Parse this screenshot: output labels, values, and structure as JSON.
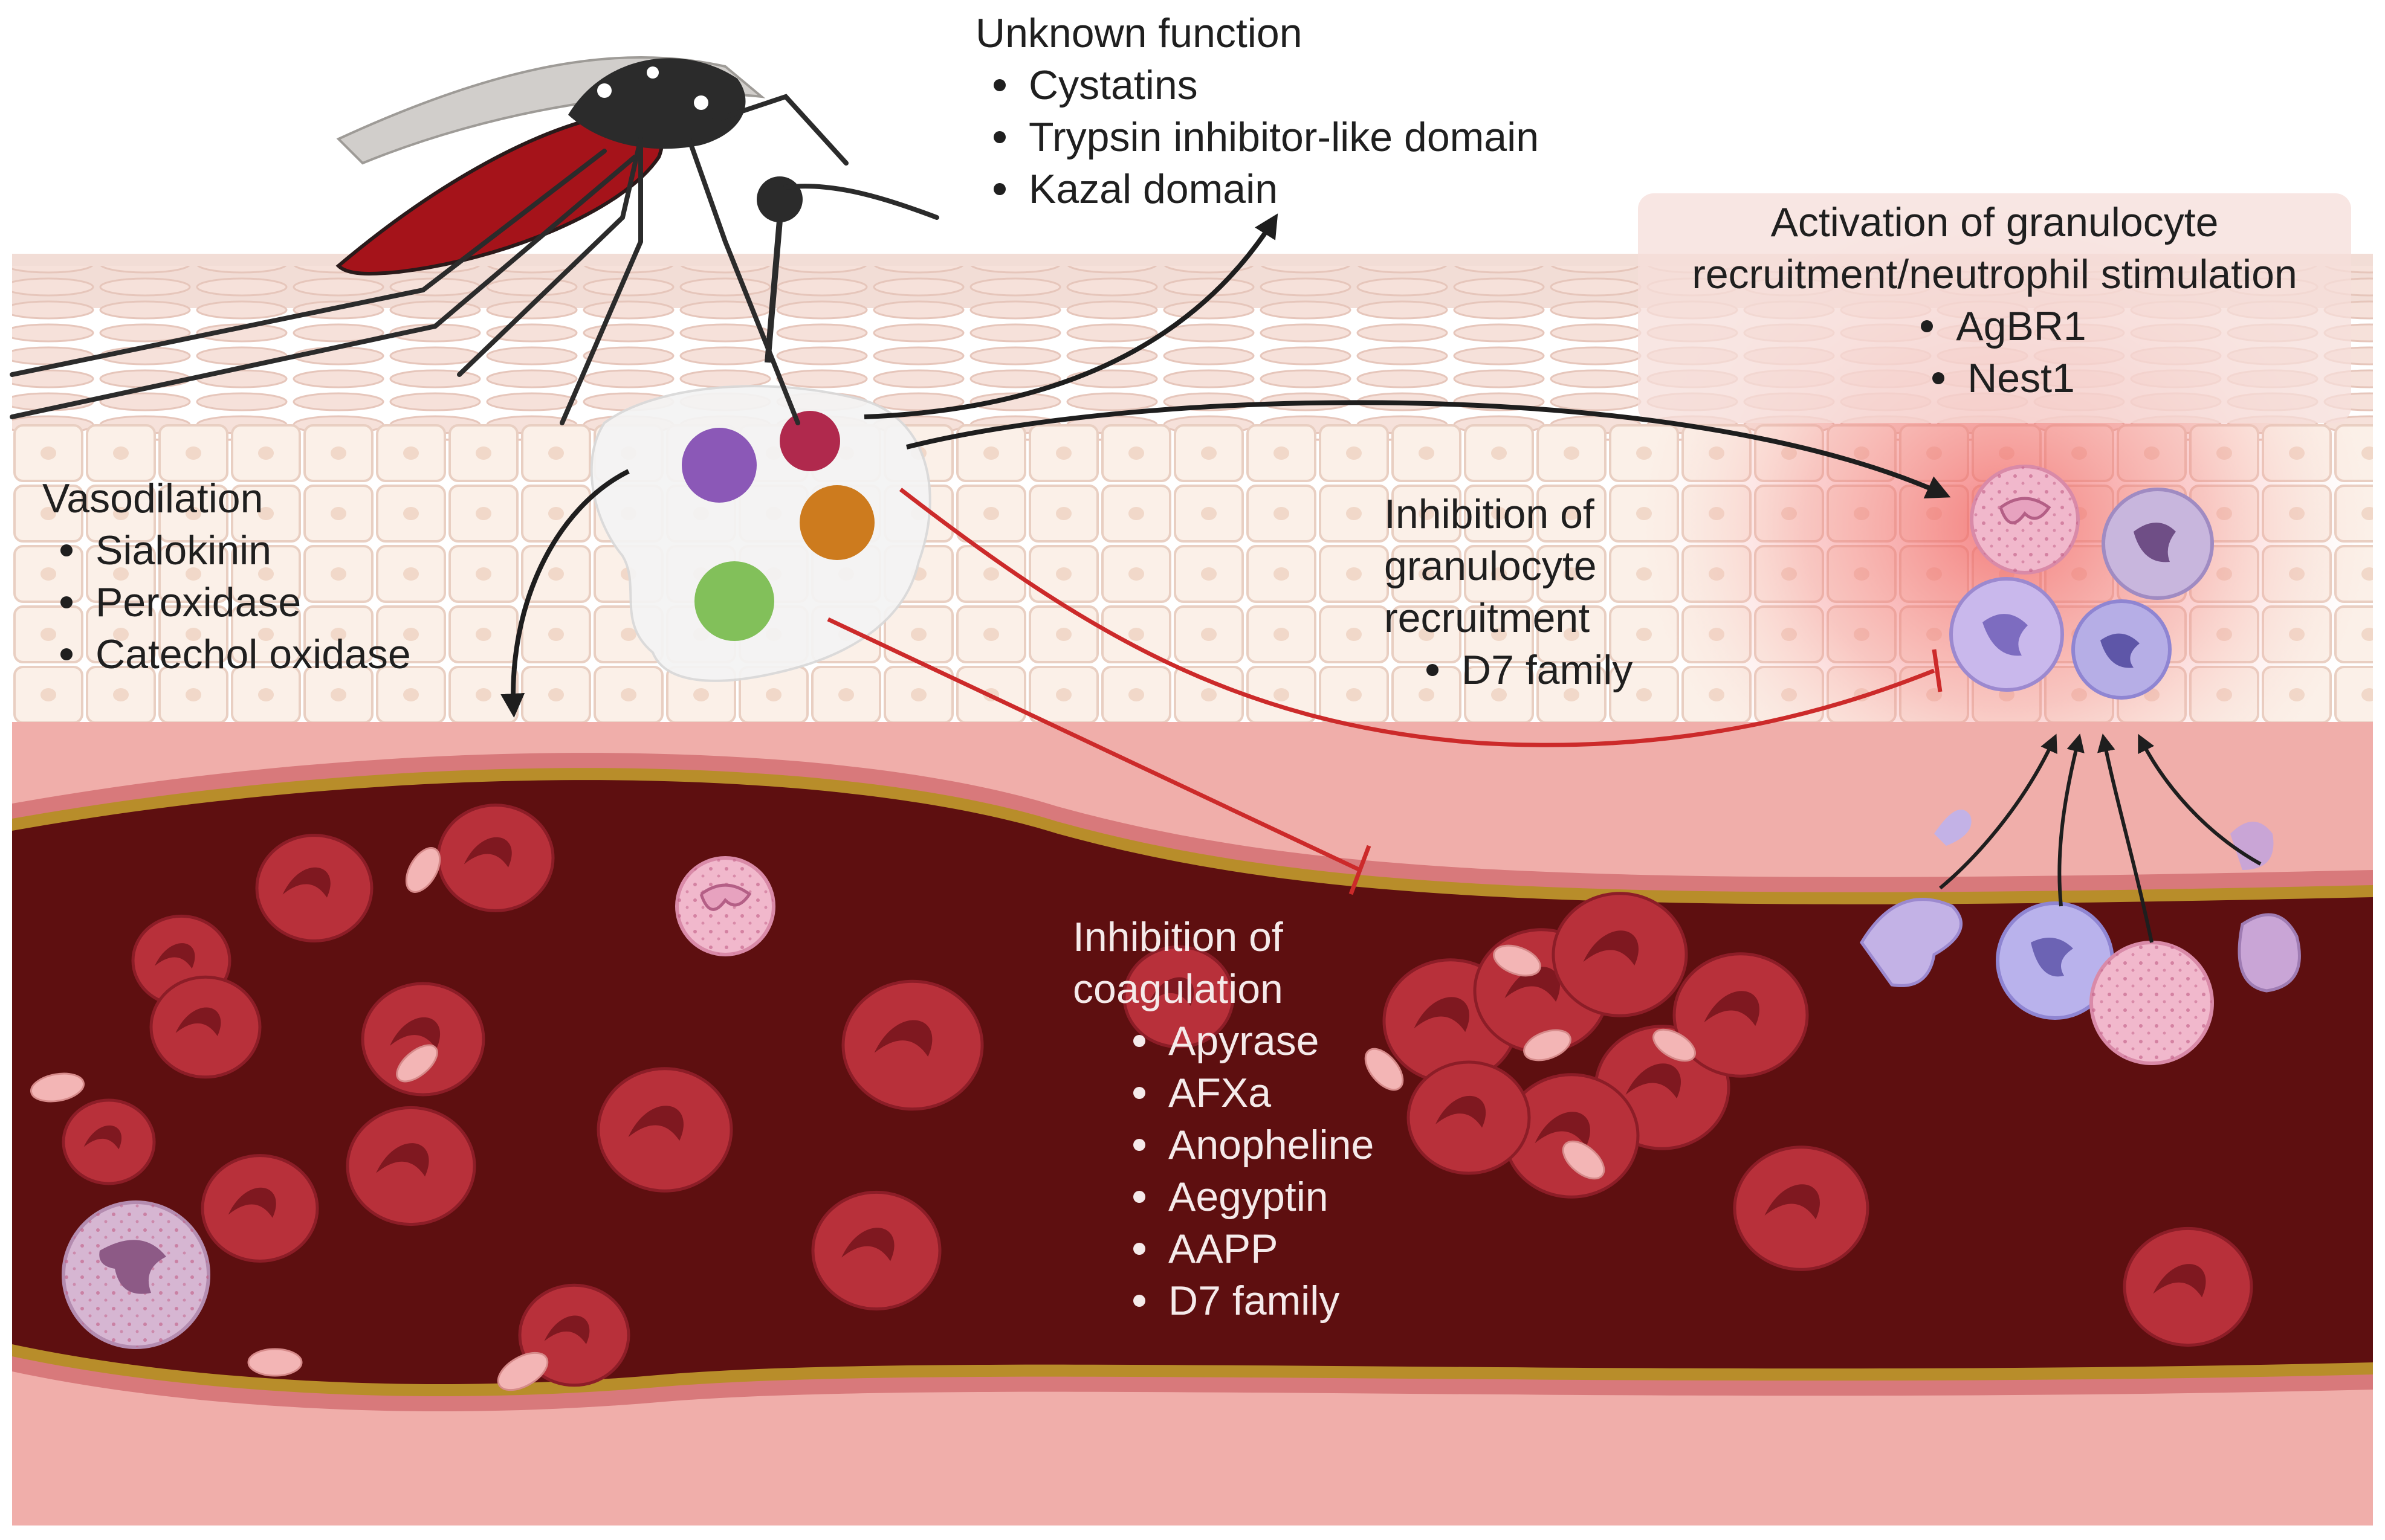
{
  "colors": {
    "skin_surface": "#f3dcd6",
    "epidermis": "#f9ece3",
    "vessel_wall": "#ecb2b2",
    "vessel_lumen": "#5e0f10",
    "vessel_gold": "#b88d2a",
    "rbc": "#b8303a",
    "inhibition": "#cc2a2a",
    "arrow": "#1e1e1e",
    "inflammation_glow": "#f15b5b"
  },
  "icons": [
    "mosquito-icon",
    "saliva-protein-cluster-icon",
    "red-blood-cell-icon",
    "neutrophil-icon",
    "platelet-icon"
  ],
  "labels": {
    "unknown_function": {
      "heading": "Unknown function",
      "items": [
        "Cystatins",
        "Trypsin inhibitor-like domain",
        "Kazal domain"
      ]
    },
    "activation": {
      "heading_line1": "Activation of granulocyte",
      "heading_line2": "recruitment/neutrophil stimulation",
      "items": [
        "AgBR1",
        "Nest1"
      ]
    },
    "vasodilation": {
      "heading": "Vasodilation",
      "items": [
        "Sialokinin",
        "Peroxidase",
        "Catechol oxidase"
      ]
    },
    "inhibition_granulocyte": {
      "heading_line1": "Inhibition of",
      "heading_line2": "granulocyte",
      "heading_line3": "recruitment",
      "items": [
        "D7 family"
      ]
    },
    "inhibition_coagulation": {
      "heading_line1": "Inhibition of",
      "heading_line2": "coagulation",
      "items": [
        "Apyrase",
        "AFXa",
        "Anopheline",
        "Aegyptin",
        "AAPP",
        "D7 family"
      ]
    }
  }
}
